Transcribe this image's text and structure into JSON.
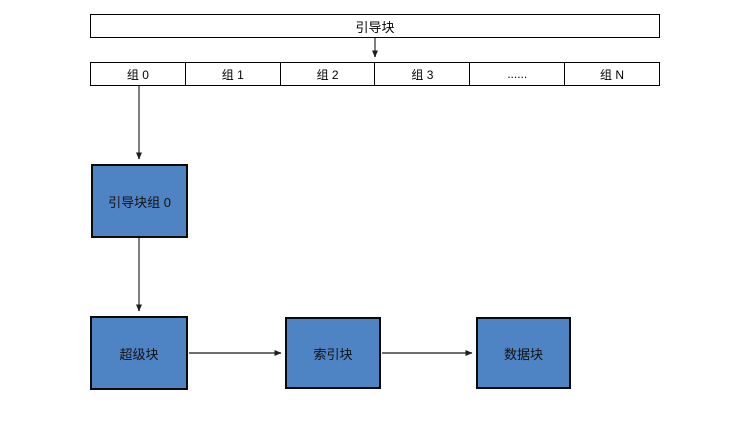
{
  "diagram": {
    "boot_block": "引导块",
    "groups": [
      "组 0",
      "组 1",
      "组 2",
      "组 3",
      "......",
      "组 N"
    ],
    "boot_group_block": "引导块组 0",
    "super_block": "超级块",
    "index_block": "索引块",
    "data_block": "数据块"
  },
  "colors": {
    "background": "#ffffff",
    "block_fill": "#4f84c4",
    "block_border": "#0a0a0a",
    "outline_border": "#000000",
    "connector_gray": "#808080",
    "connector_dark": "#3f3f3f",
    "text": "#000000"
  }
}
